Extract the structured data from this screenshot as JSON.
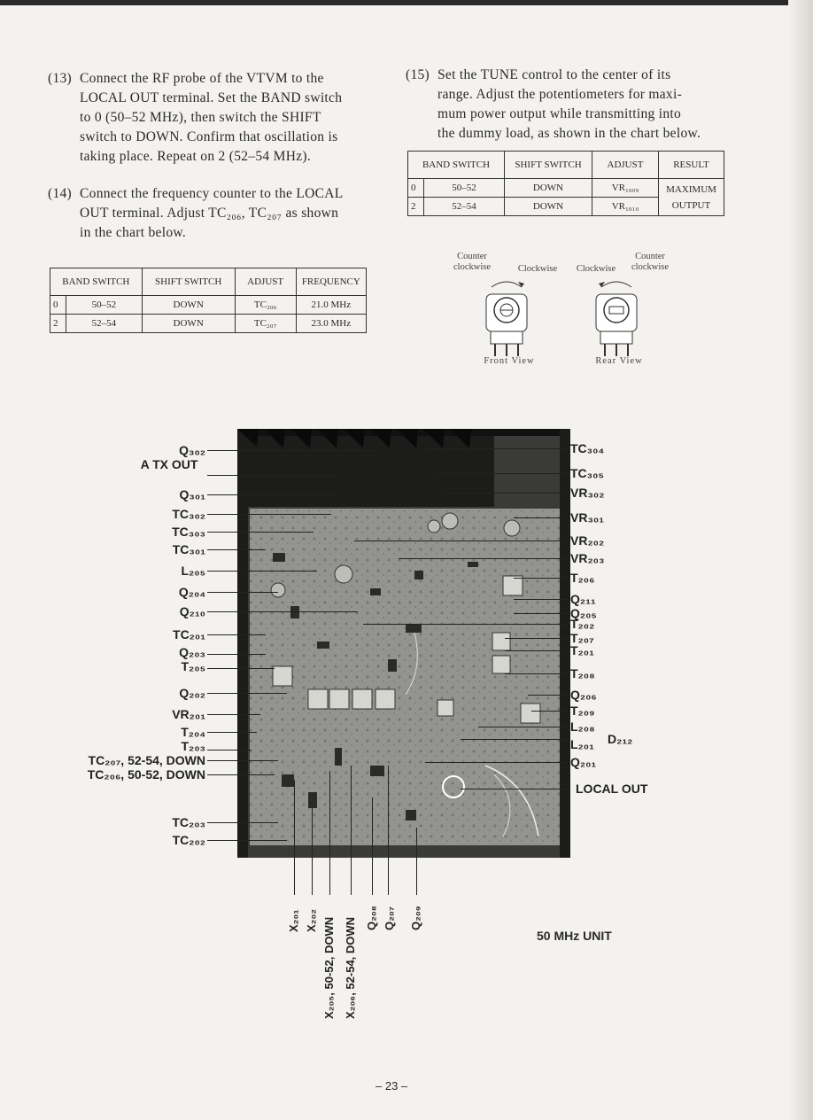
{
  "paragraphs": [
    {
      "num": "(13)",
      "lines": [
        "Connect the RF probe of the VTVM to the",
        "LOCAL OUT terminal. Set the BAND switch",
        "to 0 (50–52 MHz), then switch the SHIFT",
        "switch to DOWN. Confirm that oscillation is",
        "taking place. Repeat on 2 (52–54 MHz)."
      ]
    },
    {
      "num": "(14)",
      "lines": [
        "Connect the frequency counter to the LOCAL",
        "OUT terminal. Adjust TC₂₀₆, TC₂₀₇ as shown",
        "in the chart below."
      ]
    },
    {
      "num": "(15)",
      "lines": [
        "Set the TUNE control to the center of its",
        "range. Adjust the potentiometers for maxi-",
        "mum power output while transmitting into",
        "the dummy load, as shown in the chart below."
      ]
    }
  ],
  "table_freq": {
    "headers": [
      "BAND SWITCH",
      "SHIFT SWITCH",
      "ADJUST",
      "FREQUENCY"
    ],
    "rows": [
      [
        "0",
        "50–52",
        "DOWN",
        "TC₂₀₆",
        "21.0 MHz"
      ],
      [
        "2",
        "52–54",
        "DOWN",
        "TC₂₀₇",
        "23.0 MHz"
      ]
    ]
  },
  "table_power": {
    "headers": [
      "BAND SWITCH",
      "SHIFT SWITCH",
      "ADJUST",
      "RESULT"
    ],
    "rows": [
      [
        "0",
        "50–52",
        "DOWN",
        "VR₁₀₀₉"
      ],
      [
        "2",
        "52–54",
        "DOWN",
        "VR₁₀₁₀"
      ]
    ],
    "result": [
      "MAXIMUM",
      "OUTPUT"
    ]
  },
  "pot_figure": {
    "front_ccw": "Counter clockwise",
    "front_cw": "Clockwise",
    "rear_cw": "Clockwise",
    "rear_ccw": "Counter clockwise",
    "front_caption": "Front View",
    "rear_caption": "Rear View"
  },
  "left_labels": [
    "Q₃₀₂",
    "A TX OUT",
    "Q₃₀₁",
    "TC₃₀₂",
    "TC₃₀₃",
    "TC₃₀₁",
    "L₂₀₅",
    "Q₂₀₄",
    "Q₂₁₀",
    "TC₂₀₁",
    "Q₂₀₃",
    "T₂₀₅",
    "Q₂₀₂",
    "VR₂₀₁",
    "T₂₀₄",
    "T₂₀₃",
    "TC₂₀₇, 52-54, DOWN",
    "TC₂₀₆, 50-52, DOWN",
    "TC₂₀₃",
    "TC₂₀₂"
  ],
  "right_labels": [
    "TC₃₀₄",
    "TC₃₀₅",
    "VR₃₀₂",
    "VR₃₀₁",
    "VR₂₀₂",
    "VR₂₀₃",
    "T₂₀₆",
    "Q₂₁₁",
    "Q₂₀₅",
    "T₂₀₂",
    "T₂₀₇",
    "T₂₀₁",
    "T₂₀₈",
    "Q₂₀₆",
    "T₂₀₉",
    "L₂₀₈",
    "D₂₁₂",
    "L₂₀₁",
    "Q₂₀₁",
    "LOCAL OUT"
  ],
  "bottom_labels": [
    "X₂₀₁",
    "X₂₀₂",
    "X₂₀₅, 50-52, DOWN",
    "X₂₀₆, 52-54, DOWN",
    "Q₂₀₈",
    "Q₂₀₇",
    "Q₂₀₉"
  ],
  "unit_title": "50 MHz UNIT",
  "page_number": "– 23 –"
}
